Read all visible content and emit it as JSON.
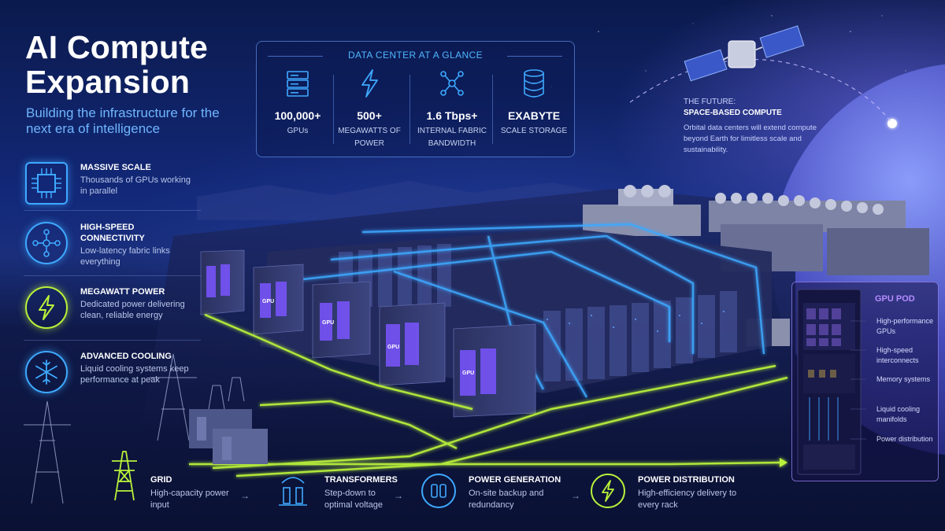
{
  "header": {
    "title_line1": "AI Compute",
    "title_line2": "Expansion",
    "subtitle": "Building the infrastructure for the next era of intelligence"
  },
  "features": [
    {
      "icon": "chip-icon",
      "title": "MASSIVE SCALE",
      "description": "Thousands of GPUs working in parallel"
    },
    {
      "icon": "network-icon",
      "title": "HIGH-SPEED CONNECTIVITY",
      "description": "Low-latency fabric links everything"
    },
    {
      "icon": "lightning-icon",
      "title": "MEGAWATT POWER",
      "description": "Dedicated power delivering clean, reliable energy"
    },
    {
      "icon": "snowflake-icon",
      "title": "ADVANCED COOLING",
      "description": "Liquid cooling systems keep performance at peak"
    }
  ],
  "glance": {
    "title": "DATA CENTER AT A GLANCE",
    "stats": [
      {
        "icon": "server-rack-icon",
        "value": "100,000+",
        "label": "GPUs"
      },
      {
        "icon": "lightning-icon",
        "value": "500+",
        "label": "MEGAWATTS OF POWER"
      },
      {
        "icon": "network-icon",
        "value": "1.6 Tbps+",
        "label": "INTERNAL FABRIC BANDWIDTH"
      },
      {
        "icon": "database-icon",
        "value": "EXABYTE",
        "label": "SCALE STORAGE"
      }
    ]
  },
  "future": {
    "label": "THE FUTURE:",
    "title": "SPACE-BASED COMPUTE",
    "description": "Orbital data centers will extend compute beyond Earth for limitless scale and sustainability."
  },
  "gpu_pod": {
    "title": "GPU POD",
    "items": [
      "High-performance GPUs",
      "High-speed interconnects",
      "Memory systems",
      "Liquid cooling manifolds",
      "Power distribution"
    ]
  },
  "scene": {
    "rack_label": "GPU"
  },
  "power_flow": [
    {
      "icon": "power-tower-icon",
      "title": "GRID",
      "description": "High-capacity power input"
    },
    {
      "icon": "transformer-icon",
      "title": "TRANSFORMERS",
      "description": "Step-down to optimal voltage"
    },
    {
      "icon": "generator-icon",
      "title": "POWER GENERATION",
      "description": "On-site backup and redundancy"
    },
    {
      "icon": "lightning-icon",
      "title": "POWER DISTRIBUTION",
      "description": "High-efficiency delivery to every rack"
    }
  ],
  "colors": {
    "accent_blue": "#3ea9ff",
    "accent_green": "#b9f23a",
    "accent_purple": "#9b7bff",
    "background": "#0b1a4d"
  }
}
